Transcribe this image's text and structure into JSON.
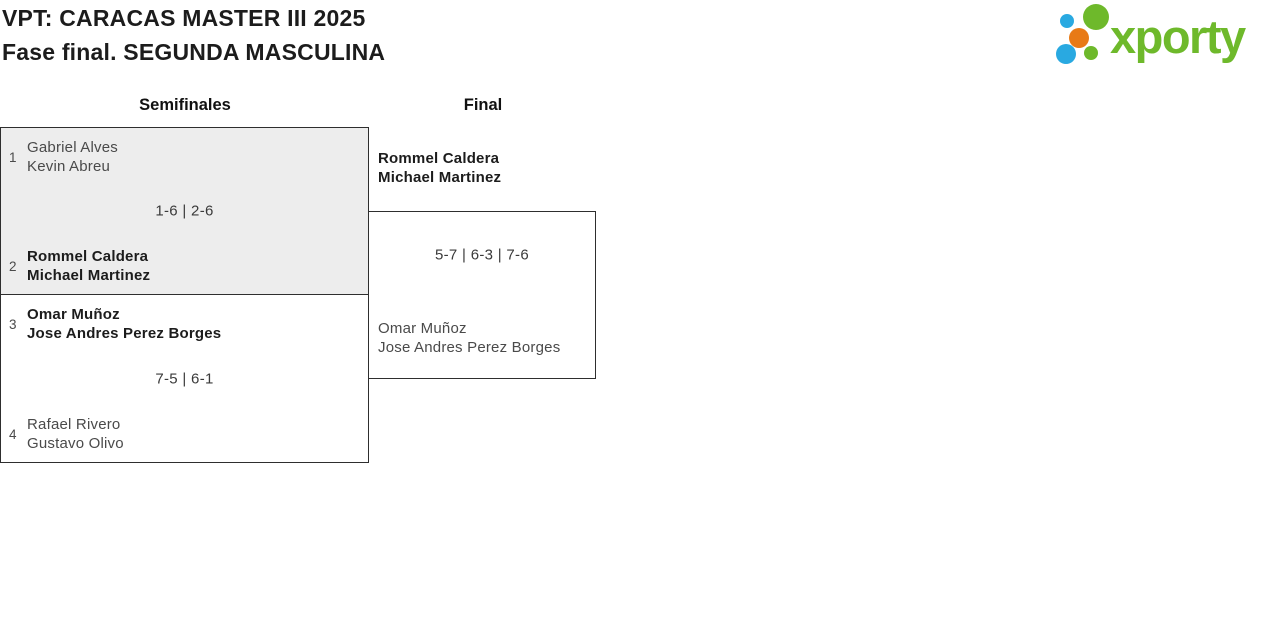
{
  "colors": {
    "brand-green": "#6eb92b",
    "brand-blue": "#29a9e1",
    "brand-orange": "#e87a16",
    "box-gray": "#ededed",
    "border": "#2e2e2e",
    "text-dark": "#1c1c1c",
    "text-gray": "#4a4a4a"
  },
  "header": {
    "title": "VPT: CARACAS MASTER III 2025",
    "subtitle": "Fase final. SEGUNDA MASCULINA"
  },
  "logo": {
    "brand": "xporty",
    "dots": [
      "blue-small",
      "green-large",
      "orange-medium",
      "blue-medium",
      "green-small"
    ]
  },
  "bracket": {
    "rounds": [
      {
        "label": "Semifinales"
      },
      {
        "label": "Final"
      }
    ],
    "matches": {
      "sf1": {
        "score": "1-6 | 2-6",
        "team1": {
          "seed": "1",
          "winner": false,
          "players": [
            "Gabriel Alves",
            "Kevin Abreu"
          ]
        },
        "team2": {
          "seed": "2",
          "winner": true,
          "players": [
            "Rommel Caldera",
            "Michael Martinez"
          ]
        }
      },
      "sf2": {
        "score": "7-5 | 6-1",
        "team1": {
          "seed": "3",
          "winner": true,
          "players": [
            "Omar Muñoz",
            "Jose Andres Perez Borges"
          ]
        },
        "team2": {
          "seed": "4",
          "winner": false,
          "players": [
            "Rafael Rivero",
            "Gustavo Olivo"
          ]
        }
      },
      "final": {
        "score": "5-7 | 6-3 | 7-6",
        "team1": {
          "winner": true,
          "players": [
            "Rommel Caldera",
            "Michael Martinez"
          ]
        },
        "team2": {
          "winner": false,
          "players": [
            "Omar Muñoz",
            "Jose Andres Perez Borges"
          ]
        }
      }
    }
  }
}
